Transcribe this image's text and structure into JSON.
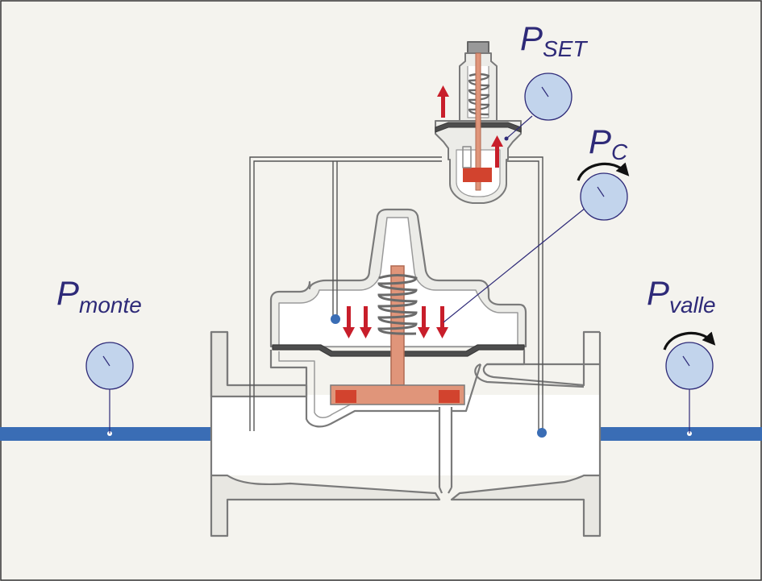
{
  "labels": {
    "p_set": {
      "main": "P",
      "sub": "SET"
    },
    "p_c": {
      "main": "P",
      "sub": "C"
    },
    "p_monte": {
      "main": "P",
      "sub": "monte"
    },
    "p_valle": {
      "main": "P",
      "sub": "valle"
    }
  },
  "colors": {
    "background": "#f4f3ee",
    "pipe": "#3a6db5",
    "valve_fill": "#ffffff",
    "valve_outline": "#7a7a7a",
    "stem": "#e0957a",
    "seal": "#d2432e",
    "arrow": "#c81e2a",
    "gauge": "#c2d4ec",
    "gauge_outline": "#2e2a78",
    "label": "#2e2a78"
  },
  "icons": [
    "pressure-gauge-icon",
    "rotation-arrow-icon",
    "force-arrow-icon"
  ]
}
